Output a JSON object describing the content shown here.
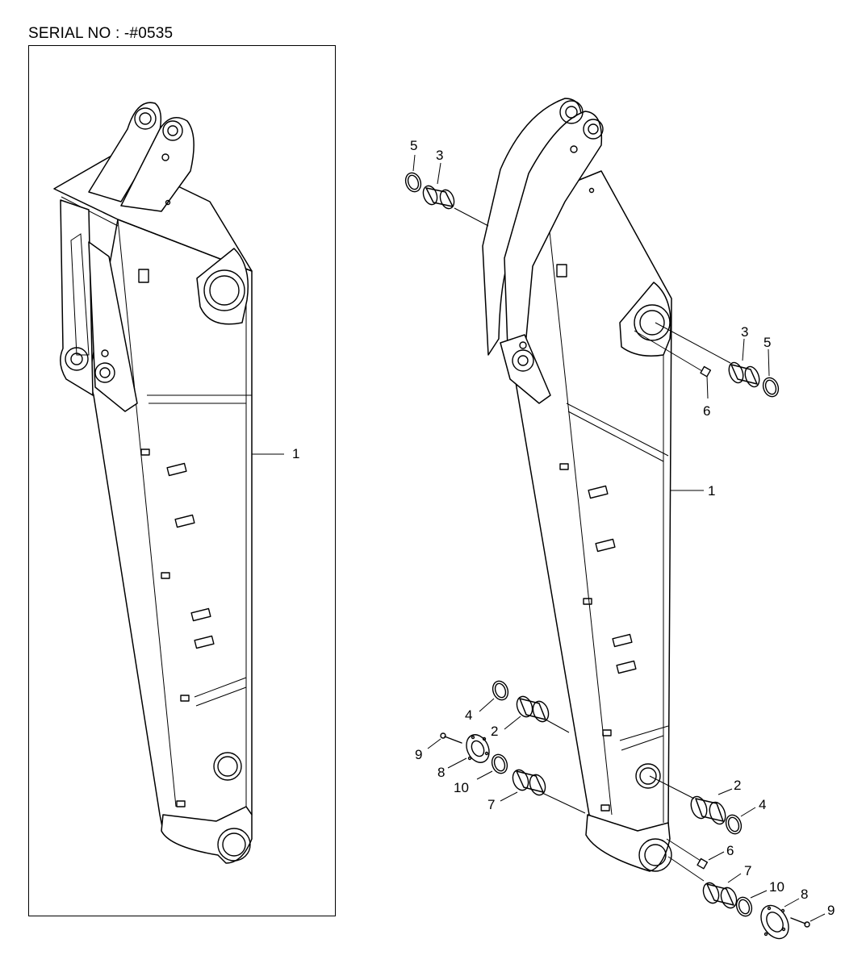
{
  "header": {
    "serial": "SERIAL NO : -#0535"
  },
  "callouts": {
    "left": [
      "1"
    ],
    "right": [
      "5",
      "3",
      "3",
      "5",
      "6",
      "1",
      "4",
      "2",
      "9",
      "8",
      "10",
      "7",
      "2",
      "4",
      "6",
      "7",
      "10",
      "8",
      "9"
    ]
  }
}
